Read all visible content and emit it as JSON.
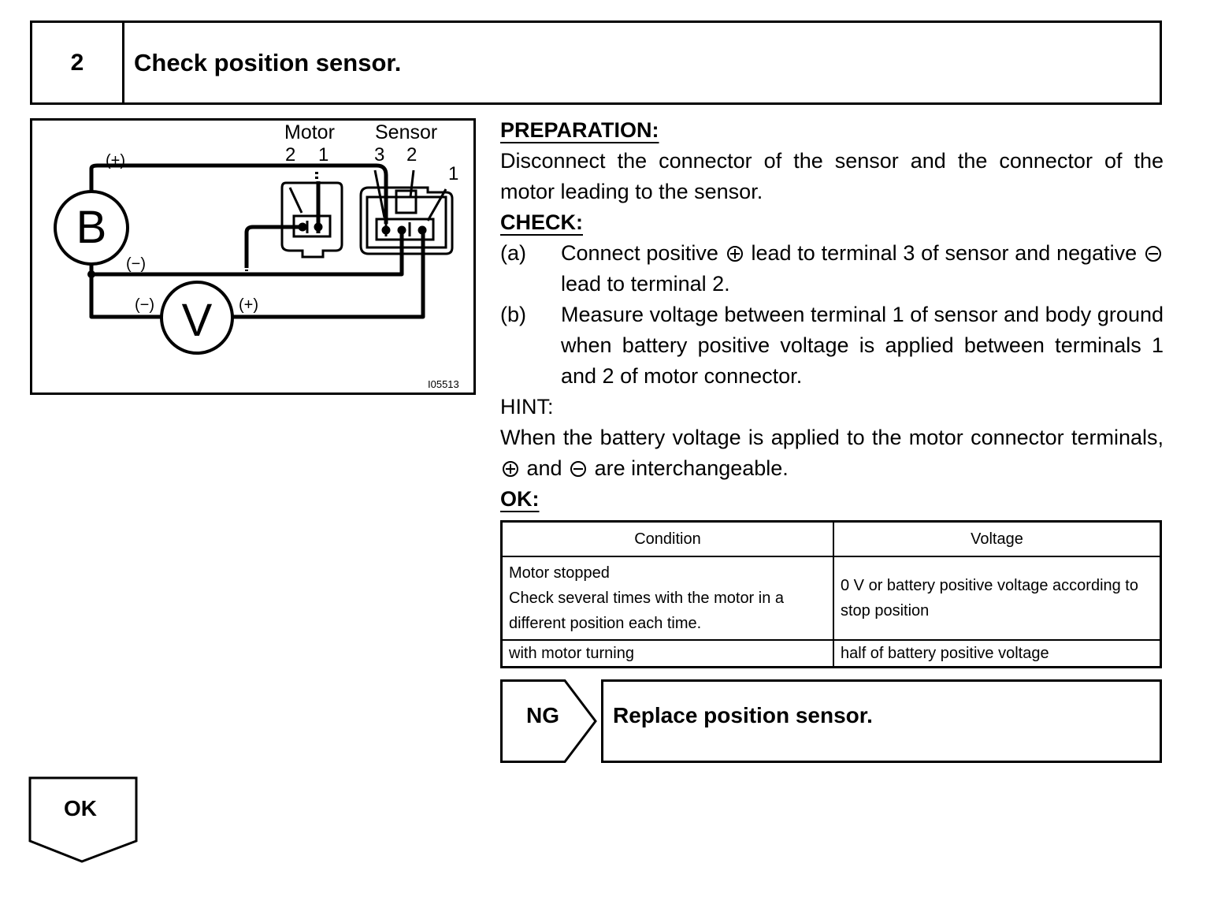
{
  "step": {
    "number": "2",
    "title": "Check position sensor."
  },
  "diagram": {
    "motor_label": "Motor",
    "sensor_label": "Sensor",
    "motor_terminals": [
      "2",
      "1"
    ],
    "sensor_terminals": [
      "3",
      "2"
    ],
    "sensor_terminal_side": "1",
    "battery_label": "B",
    "voltmeter_label": "V",
    "battery_plus": "(+)",
    "battery_minus": "(−)",
    "meter_minus": "(−)",
    "meter_plus": "(+)",
    "figure_id": "I05513"
  },
  "preparation": {
    "heading": "PREPARATION:",
    "text": "Disconnect the connector of the sensor and the connector of the motor leading to the sensor."
  },
  "check": {
    "heading": "CHECK:",
    "item_a_label": "(a)",
    "item_a_text_1": "Connect positive",
    "item_a_text_2": "lead to terminal 3 of sensor and negative",
    "item_a_text_3": "lead to terminal 2.",
    "item_b_label": "(b)",
    "item_b_text": "Measure voltage between terminal 1 of sensor and body ground when battery positive voltage is applied between terminals 1 and 2 of motor connector."
  },
  "hint": {
    "heading": "HINT:",
    "text_1": "When the battery voltage is applied to the motor connector terminals,",
    "text_2": "and",
    "text_3": "are interchangeable."
  },
  "ok": {
    "heading": "OK:",
    "columns": [
      "Condition",
      "Voltage"
    ],
    "rows": [
      {
        "condition_line1": "Motor stopped",
        "condition_line2": "Check several times with the motor in a different position each time.",
        "voltage": "0 V or battery positive voltage according to stop position"
      },
      {
        "condition_line1": "with motor turning",
        "voltage": "half of battery positive voltage"
      }
    ]
  },
  "ng": {
    "label": "NG",
    "action": "Replace position sensor."
  },
  "ok_arrow": {
    "label": "OK"
  }
}
